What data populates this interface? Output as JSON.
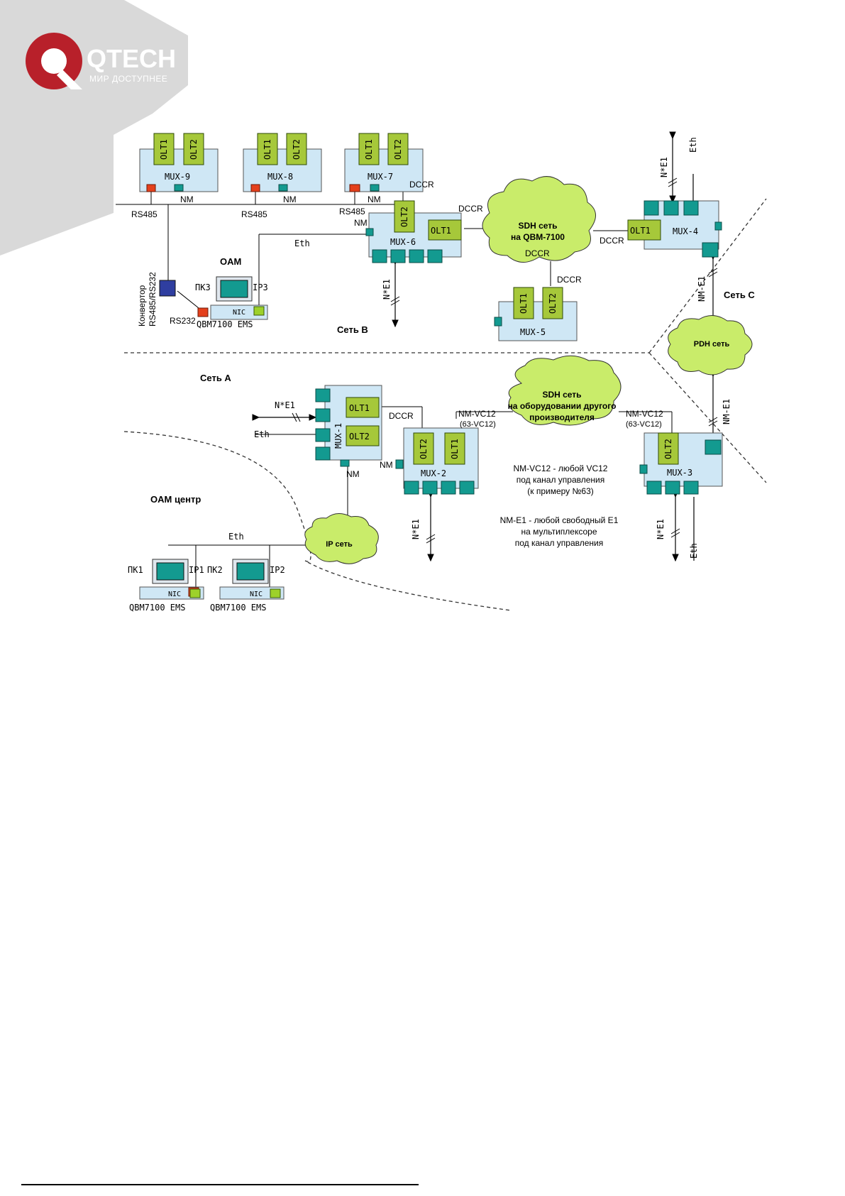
{
  "brand": {
    "name": "QTECH",
    "tagline": "МИР ДОСТУПНЕЕ"
  },
  "mux": {
    "mux9": "MUX-9",
    "mux8": "MUX-8",
    "mux7": "MUX-7",
    "mux6": "MUX-6",
    "mux5": "MUX-5",
    "mux4": "MUX-4",
    "mux3": "MUX-3",
    "mux2": "MUX-2",
    "mux1": "MUX-1"
  },
  "cards": {
    "olt1": "OLT1",
    "olt2": "OLT2"
  },
  "labels": {
    "nm": "NM",
    "rs485": "RS485",
    "rs232": "RS232",
    "eth": "Eth",
    "dccr": "DCCR",
    "ne1": "N*E1",
    "nm_e1": "NM-E1",
    "nm_vc12": "NM-VC12",
    "vc12_63": "(63-VC12)",
    "converter_1": "Конвертор",
    "converter_2": "RS485/RS232",
    "oam": "OAM",
    "oam_center": "OAM центр",
    "pk1": "ПК1",
    "pk2": "ПК2",
    "pk3": "ПК3",
    "ip1": "IP1",
    "ip2": "IP2",
    "ip3": "IP3",
    "nic": "NIC",
    "ems": "QBM7100 EMS"
  },
  "networks": {
    "net_a": "Сеть A",
    "net_b": "Сеть B",
    "net_c": "Сеть C",
    "sdh_main_1": "SDH сеть",
    "sdh_main_2": "на QBM-7100",
    "sdh_other_1": "SDH сеть",
    "sdh_other_2": "на оборудовании другого",
    "sdh_other_3": "производителя",
    "pdh": "PDH сеть",
    "ip": "IP сеть"
  },
  "notes": {
    "vc12_1": "NM-VC12 - любой VC12",
    "vc12_2": "под канал управления",
    "vc12_3": "(к примеру №63)",
    "e1_1": "NM-E1 - любой свободный E1",
    "e1_2": "на мультиплексоре",
    "e1_3": "под канал управления"
  },
  "colors": {
    "box": "#cfe7f5",
    "card": "#a6c83a",
    "port": "#139a90",
    "red_port": "#e4401c",
    "lime_port": "#9dd12a",
    "cloud": "#c9ec6a",
    "converter": "#2f3ea0",
    "logo_red": "#b8202a",
    "corner_gray": "#d9d9d9"
  },
  "icons": {
    "logo": "qtech-logo-icon",
    "monitor": "monitor-icon",
    "cloud": "cloud-icon"
  }
}
